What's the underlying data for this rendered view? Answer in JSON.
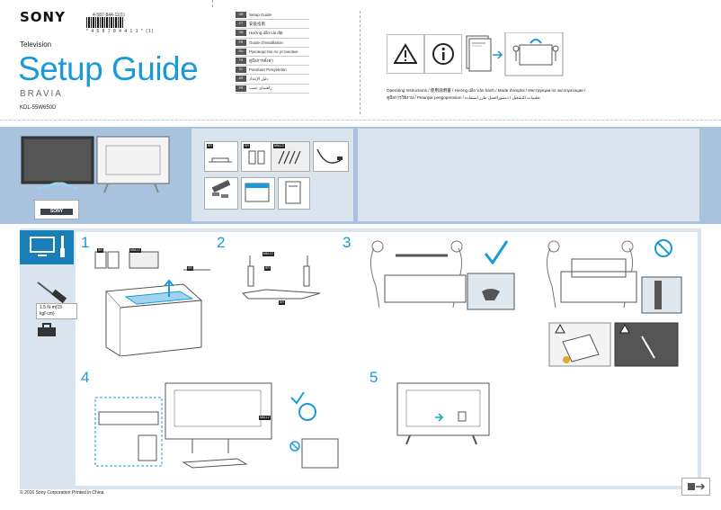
{
  "header": {
    "brand": "SONY",
    "doc_code": "4-587-844-11(1)",
    "barcode_number": "* 4 5 8 7 8 4 4 1 1 *  (1)",
    "category": "Television",
    "title": "Setup Guide",
    "product_line": "BRAVIA",
    "model": "KDL-55W650D"
  },
  "languages": [
    {
      "code": "GB",
      "name": "Setup Guide"
    },
    {
      "code": "CT",
      "name": "安裝指南"
    },
    {
      "code": "VN",
      "name": "Hướng dẫn cài đặt"
    },
    {
      "code": "FR",
      "name": "Guide d'installation"
    },
    {
      "code": "RU",
      "name": "Руководство по установке"
    },
    {
      "code": "TH",
      "name": "คู่มือการตั้งค่า"
    },
    {
      "code": "ID",
      "name": "Panduan Penyetelan"
    },
    {
      "code": "AR",
      "name": "دليل الإعداد"
    },
    {
      "code": "PR",
      "name": "راهنمای نصب"
    }
  ],
  "operating_instructions": {
    "line1": "Operating Instructions / 使用說明書 / Hướng dẫn Vận hành / Mode d'emploi / Инструкции по эксплуатации /",
    "line2": "คู่มือการใช้งาน / Petunjuk pengoperasian / تعليمات التشغيل / دستورالعمل طرز استفاده"
  },
  "parts": {
    "tags": [
      "SR",
      "SR",
      "M6L12"
    ],
    "stand_label": "SONY"
  },
  "steps": {
    "numbers": [
      "1",
      "2",
      "3",
      "4",
      "5"
    ],
    "tool_torque": "1.5 N·m{15 kgf·cm}",
    "step1_tags": [
      "SR",
      "M6L12",
      "SR"
    ],
    "step2_tags": [
      "M6L12",
      "SR",
      "SR"
    ],
    "step4_tag": "M6L12"
  },
  "footer": {
    "copyright": "© 2016 Sony Corporation   Printed in China"
  },
  "colors": {
    "accent_blue": "#1a9bd7",
    "panel_blue": "#a9c3df",
    "panel_light": "#d9e4ef"
  }
}
